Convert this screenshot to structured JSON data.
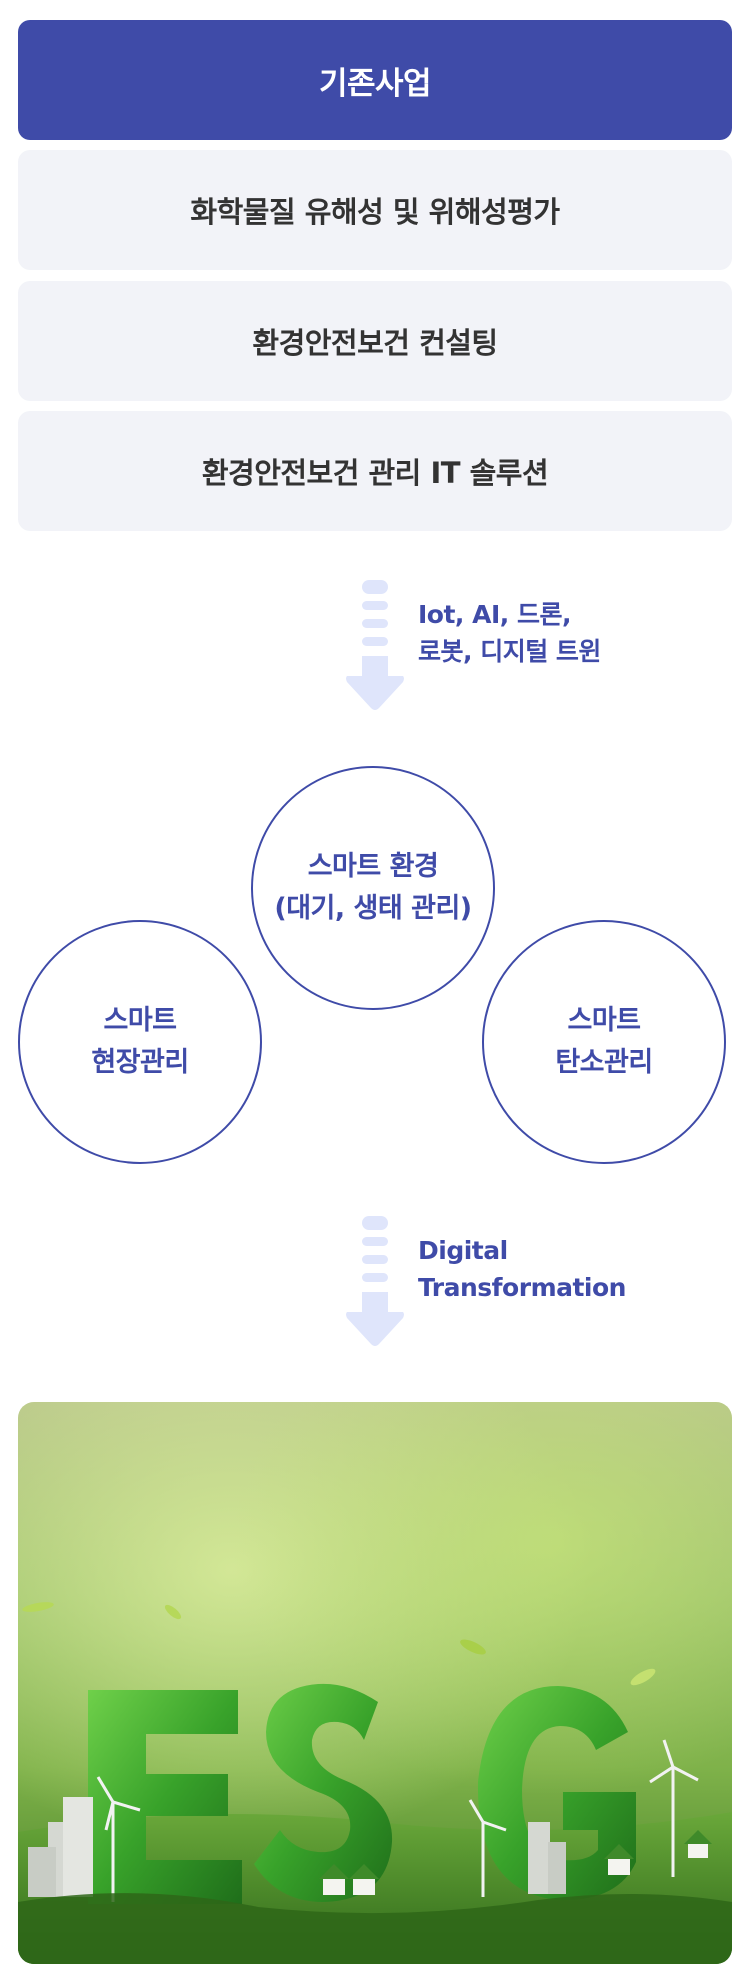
{
  "existing_business": {
    "header": "기존사업",
    "items": [
      "화학물질 유해성 및 위해성평가",
      "환경안전보건 컨설팅",
      "환경안전보건 관리 IT 솔루션"
    ]
  },
  "transition_1": {
    "icon": "arrow-down-icon",
    "lines": [
      "Iot, AI, 드론,",
      "로봇, 디지털 트윈"
    ]
  },
  "smart_areas": {
    "top": [
      "스마트 환경",
      "(대기, 생태 관리)"
    ],
    "left": [
      "스마트",
      "현장관리"
    ],
    "right": [
      "스마트",
      "탄소관리"
    ]
  },
  "transition_2": {
    "icon": "arrow-down-icon",
    "lines": [
      "Digital",
      "Transformation"
    ]
  },
  "esg_image": {
    "letters": "ESG",
    "colors": {
      "sky_top": "#b9c98c",
      "grass": "#4d8a2a",
      "letter": "#3aa02c"
    }
  },
  "colors": {
    "primary": "#3f4ba8",
    "box_bg": "#f2f3f8",
    "arrow": "#dfe5fb"
  }
}
